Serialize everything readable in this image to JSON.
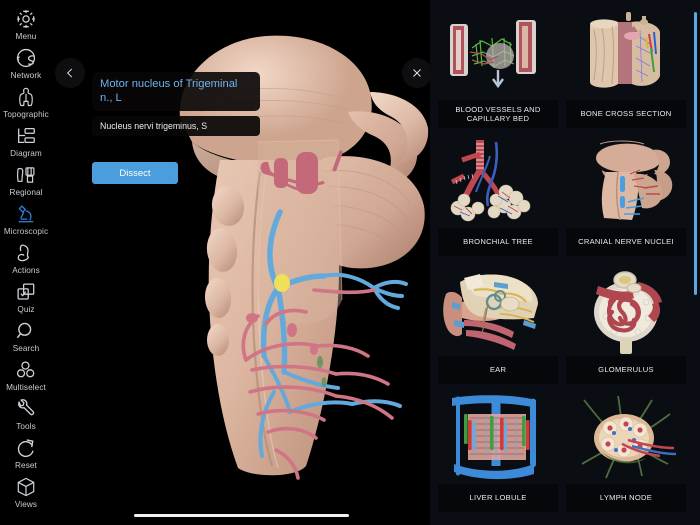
{
  "app": {
    "theme_bg": "#000000",
    "accent": "#4a9ede",
    "panel_bg": "#0a0d13"
  },
  "sidebar": {
    "items": [
      {
        "id": "menu",
        "label": "Menu",
        "icon": "gear-icon",
        "active": false
      },
      {
        "id": "network",
        "label": "Network",
        "icon": "network-icon",
        "active": false
      },
      {
        "id": "topographic",
        "label": "Topographic",
        "icon": "body-icon",
        "active": false
      },
      {
        "id": "diagram",
        "label": "Diagram",
        "icon": "diagram-icon",
        "active": false
      },
      {
        "id": "regional",
        "label": "Regional",
        "icon": "regional-icon",
        "active": false
      },
      {
        "id": "microscopic",
        "label": "Microscopic",
        "icon": "microscope-icon",
        "active": true
      },
      {
        "id": "actions",
        "label": "Actions",
        "icon": "muscle-icon",
        "active": false
      },
      {
        "id": "quiz",
        "label": "Quiz",
        "icon": "checkbox-icon",
        "active": false
      },
      {
        "id": "search",
        "label": "Search",
        "icon": "search-icon",
        "active": false
      },
      {
        "id": "multiselect",
        "label": "Multiselect",
        "icon": "circles-icon",
        "active": false
      },
      {
        "id": "tools",
        "label": "Tools",
        "icon": "wrench-icon",
        "active": false
      },
      {
        "id": "reset",
        "label": "Reset",
        "icon": "reset-icon",
        "active": false
      },
      {
        "id": "views",
        "label": "Views",
        "icon": "cube-icon",
        "active": false
      }
    ]
  },
  "viewport": {
    "back_icon": "chevron-left-icon",
    "close_icon": "close-icon",
    "selection": {
      "primary_label": "Motor nucleus of Trigeminal n., L",
      "secondary_label": "Nucleus nervi trigeminus, S"
    },
    "dissect_label": "Dissect",
    "model_name": "brainstem-3d-model"
  },
  "grid_panel": {
    "scrollbar_color": "#5aa7e6",
    "cards": [
      {
        "id": "blood-vessels-capillary-bed",
        "label": "BLOOD VESSELS AND CAPILLARY BED"
      },
      {
        "id": "bone-cross-section",
        "label": "BONE CROSS SECTION"
      },
      {
        "id": "bronchial-tree",
        "label": "BRONCHIAL TREE"
      },
      {
        "id": "cranial-nerve-nuclei",
        "label": "CRANIAL NERVE NUCLEI"
      },
      {
        "id": "ear",
        "label": "EAR"
      },
      {
        "id": "glomerulus",
        "label": "GLOMERULUS"
      },
      {
        "id": "liver-lobule",
        "label": "LIVER LOBULE"
      },
      {
        "id": "lymph-node",
        "label": "LYMPH NODE"
      }
    ]
  }
}
